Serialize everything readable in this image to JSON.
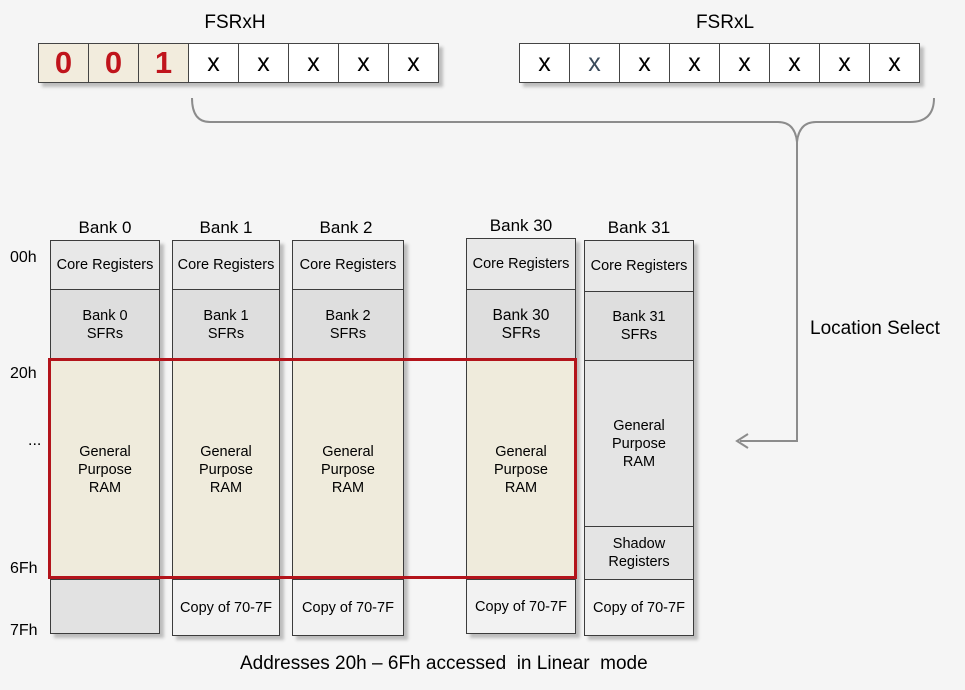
{
  "registers": {
    "high": {
      "name": "FSRxH",
      "cells": [
        "0",
        "0",
        "1",
        "x",
        "x",
        "x",
        "x",
        "x"
      ]
    },
    "low": {
      "name": "FSRxL",
      "cells": [
        "x",
        "x",
        "x",
        "x",
        "x",
        "x",
        "x",
        "x"
      ]
    }
  },
  "location_select": "Location Select",
  "addresses": [
    "00h",
    "20h",
    "...",
    "6Fh",
    "7Fh"
  ],
  "banks": [
    {
      "name": "Bank 0",
      "core": "Core Registers",
      "sfr": "Bank 0\nSFRs",
      "gpr": "General\nPurpose\nRAM",
      "bottom": ""
    },
    {
      "name": "Bank 1",
      "core": "Core Registers",
      "sfr": "Bank 1\nSFRs",
      "gpr": "General\nPurpose\nRAM",
      "bottom": "Copy of 70-7F"
    },
    {
      "name": "Bank 2",
      "core": "Core Registers",
      "sfr": "Bank 2\nSFRs",
      "gpr": "General\nPurpose\nRAM",
      "bottom": "Copy  of 70-7F"
    },
    {
      "name": "Bank 30",
      "core": "Core Registers",
      "sfr": "Bank 30\nSFRs",
      "gpr": "General\nPurpose\nRAM",
      "bottom": "Copy of 70-7F"
    },
    {
      "name": "Bank 31",
      "core": "Core Registers",
      "sfr": "Bank 31\nSFRs",
      "gpr": "General\nPurpose\nRAM",
      "shadow": "Shadow\nRegisters",
      "bottom": "Copy of 70-7F"
    }
  ],
  "caption": "Addresses 20h – 6Fh accessed  in Linear  mode",
  "colors": {
    "highlight": "#b3141b",
    "gpr_fill": "#efebdc"
  }
}
